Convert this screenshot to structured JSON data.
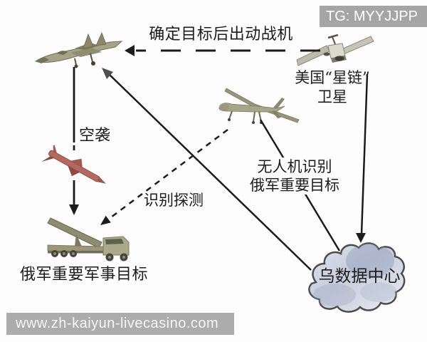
{
  "badge": {
    "label": "TG: MYYJJPP"
  },
  "watermark": {
    "label": "www.zh-kaiyun-livecasino.com"
  },
  "labels": {
    "dispatch_fighter": "确定目标后出动战机",
    "satellite_line1": "美国“星链”",
    "satellite_line2": "卫星",
    "air_strike": "空袭",
    "recon_detect": "识别探测",
    "uav_line1": "无人机识别",
    "uav_line2": "俄军重要目标",
    "russian_target": "俄军重要军事目标",
    "data_center": "乌数据中心"
  },
  "figures": {
    "fighter_jet": "fighter-jet",
    "starlink_satellite": "satellite",
    "uav_drone": "reconnaissance-drone",
    "cruise_missile": "red-missile",
    "missile_launcher_truck": "missile-launcher-vehicle",
    "data_center_cloud": "cloud"
  },
  "colors": {
    "badge_bg": "#a5a5a5",
    "watermark_bg": "#acacac",
    "line": "#1c1c1c",
    "arrowhead_gray": "#4f4f4f",
    "military_olive": "#9c9a7c",
    "military_olive_dark": "#74725a",
    "missile_red": "#b26a60",
    "cloud_fill": "#d7dce6",
    "cloud_stroke": "#4c4c4c",
    "text": "#1c1c1c"
  }
}
